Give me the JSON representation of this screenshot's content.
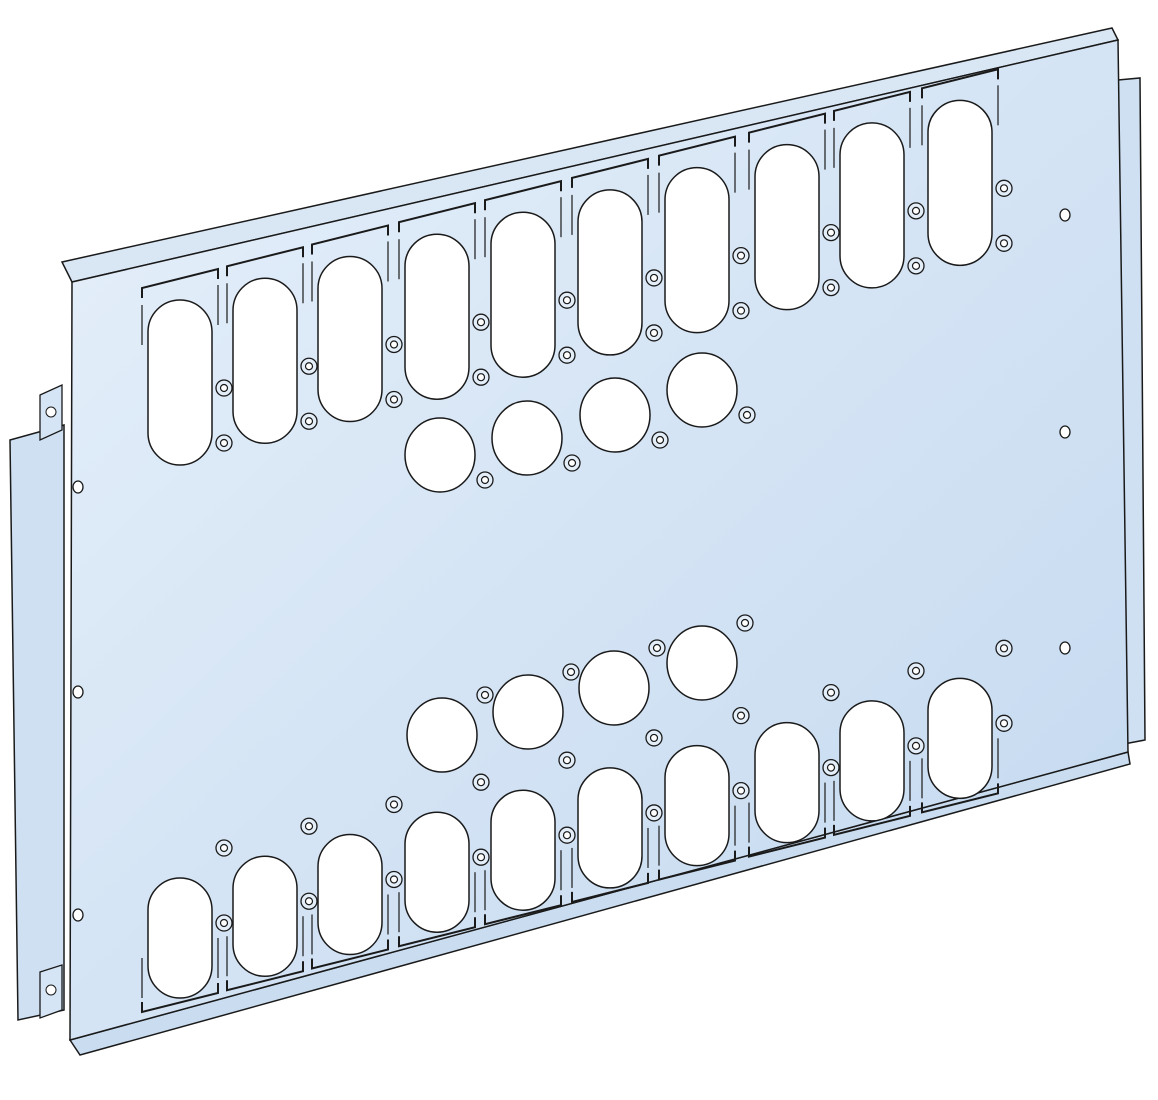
{
  "colors": {
    "background": "#ffffff",
    "plate_light": "#e3eef9",
    "plate_dark": "#c5daf0",
    "outline": "#1a1a1a",
    "cutout": "#ffffff"
  },
  "plate": {
    "top_slot_count": 10,
    "bottom_slot_count": 10,
    "top_round_hole_count": 4,
    "bottom_round_hole_count": 4,
    "washer_style": "double-ring",
    "mounting_hole_count": 6
  }
}
